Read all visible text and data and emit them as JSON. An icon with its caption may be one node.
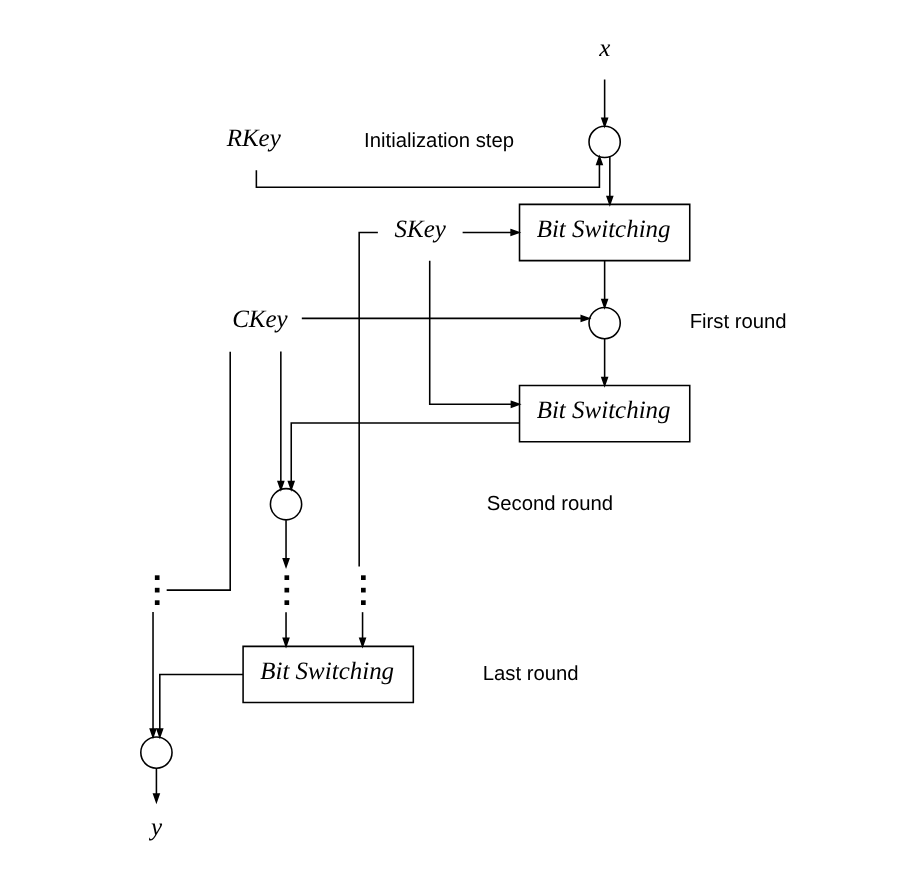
{
  "diagram": {
    "nodes": [
      {
        "text": [
          "x"
        ]
      },
      {
        "text": [],
        "shape": "circle"
      },
      {
        "text": [
          "RKey"
        ]
      },
      {
        "text": [
          "Bit Switching"
        ]
      },
      {
        "text": [
          "SKey"
        ]
      },
      {
        "text": [],
        "shape": "circle"
      },
      {
        "text": [
          "CKey"
        ]
      },
      {
        "text": [
          "Bit Switching"
        ]
      },
      {
        "text": [],
        "shape": "circle"
      },
      {
        "text": [],
        "shape": "dots"
      },
      {
        "text": [],
        "shape": "dots"
      },
      {
        "text": [],
        "shape": "dots"
      },
      {
        "text": [
          "Bit Switching"
        ]
      },
      {
        "text": [],
        "shape": "circle"
      },
      {
        "text": [
          "y"
        ]
      }
    ],
    "edges": [
      {
        "from": 0,
        "to": 1,
        "arrow": "to"
      },
      {
        "from": 2,
        "to": 1,
        "arrow": "to"
      },
      {
        "from": 1,
        "to": 3,
        "arrow": "to"
      },
      {
        "from": 4,
        "to": 3,
        "arrow": "to"
      },
      {
        "from": 3,
        "to": 5,
        "arrow": "to"
      },
      {
        "from": 6,
        "to": 5,
        "arrow": "to"
      },
      {
        "from": 5,
        "to": 7,
        "arrow": "to"
      },
      {
        "from": 4,
        "to": 7,
        "arrow": "to"
      },
      {
        "from": 7,
        "to": 8,
        "arrow": "to"
      },
      {
        "from": 6,
        "to": 8,
        "arrow": "to"
      },
      {
        "from": 6,
        "to": 9,
        "arrow": "none"
      },
      {
        "from": 8,
        "to": 10,
        "arrow": "to"
      },
      {
        "from": 4,
        "to": 11,
        "arrow": "none"
      },
      {
        "from": 10,
        "to": 12,
        "arrow": "to"
      },
      {
        "from": 11,
        "to": 12,
        "arrow": "to"
      },
      {
        "from": 12,
        "to": 13,
        "arrow": "to"
      },
      {
        "from": 9,
        "to": 13,
        "arrow": "to"
      },
      {
        "from": 13,
        "to": 14,
        "arrow": "to"
      }
    ],
    "labels": [
      "Initialization step",
      "First round",
      "Second round",
      "Last round"
    ]
  }
}
